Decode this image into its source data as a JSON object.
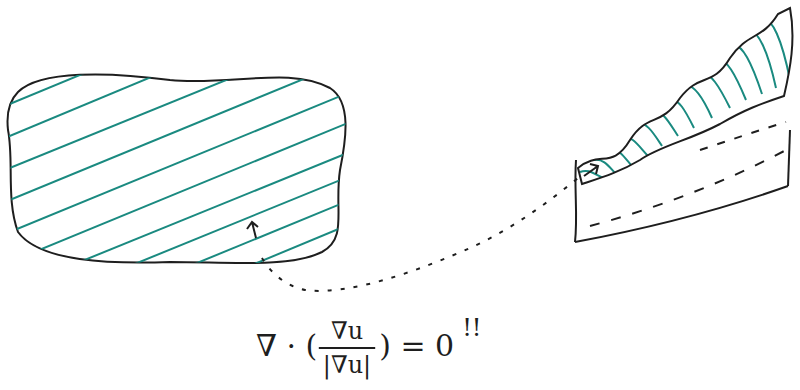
{
  "diagram": {
    "labels": [
      "∇ · (",
      "∇u",
      "|∇u|",
      ") = 0",
      "!!"
    ]
  }
}
